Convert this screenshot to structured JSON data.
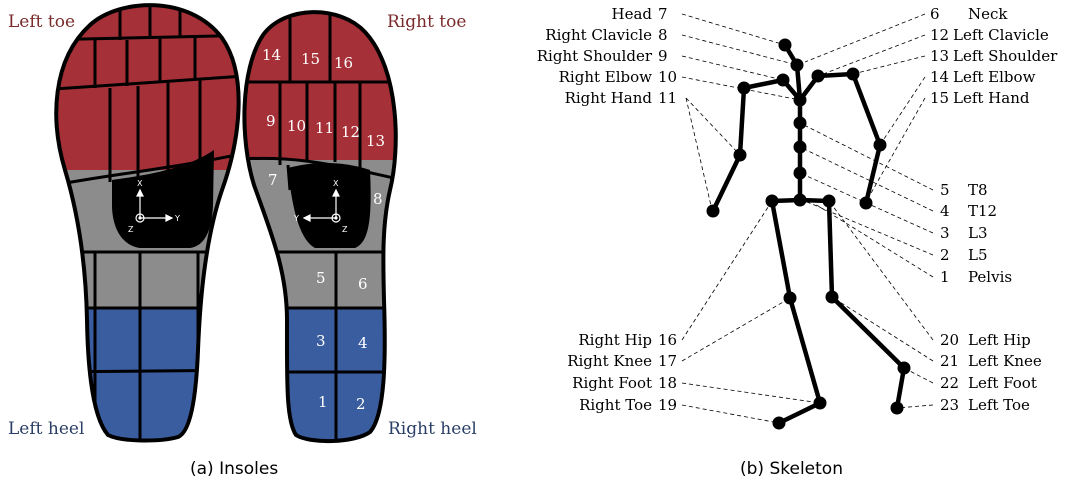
{
  "colors": {
    "toe": "#a63038",
    "mid": "#8c8c8c",
    "heel": "#3a5d9f",
    "toe_text": "#7a2a2a",
    "heel_text": "#2b3f66"
  },
  "insoles": {
    "caption": "(a) Insoles",
    "left_toe": "Left toe",
    "right_toe": "Right toe",
    "left_heel": "Left heel",
    "right_heel": "Right heel",
    "segments": [
      "1",
      "2",
      "3",
      "4",
      "5",
      "6",
      "7",
      "8",
      "9",
      "10",
      "11",
      "12",
      "13",
      "14",
      "15",
      "16"
    ],
    "axes": {
      "x": "X",
      "y": "Y",
      "z": "Z"
    }
  },
  "skeleton": {
    "caption": "(b) Skeleton",
    "left_labels": [
      {
        "name": "Head",
        "num": "7"
      },
      {
        "name": "Right Clavicle",
        "num": "8"
      },
      {
        "name": "Right Shoulder",
        "num": "9"
      },
      {
        "name": "Right Elbow",
        "num": "10"
      },
      {
        "name": "Right Hand",
        "num": "11"
      },
      {
        "name": "Right Hip",
        "num": "16"
      },
      {
        "name": "Right Knee",
        "num": "17"
      },
      {
        "name": "Right Foot",
        "num": "18"
      },
      {
        "name": "Right Toe",
        "num": "19"
      }
    ],
    "right_labels": [
      {
        "num": "6",
        "name": "Neck"
      },
      {
        "num": "12",
        "name": "Left Clavicle"
      },
      {
        "num": "13",
        "name": "Left Shoulder"
      },
      {
        "num": "14",
        "name": "Left Elbow"
      },
      {
        "num": "15",
        "name": "Left Hand"
      },
      {
        "num": "5",
        "name": "T8"
      },
      {
        "num": "4",
        "name": "T12"
      },
      {
        "num": "3",
        "name": "L3"
      },
      {
        "num": "2",
        "name": "L5"
      },
      {
        "num": "1",
        "name": "Pelvis"
      },
      {
        "num": "20",
        "name": "Left Hip"
      },
      {
        "num": "21",
        "name": "Left Knee"
      },
      {
        "num": "22",
        "name": "Left Foot"
      },
      {
        "num": "23",
        "name": "Left Toe"
      }
    ]
  }
}
